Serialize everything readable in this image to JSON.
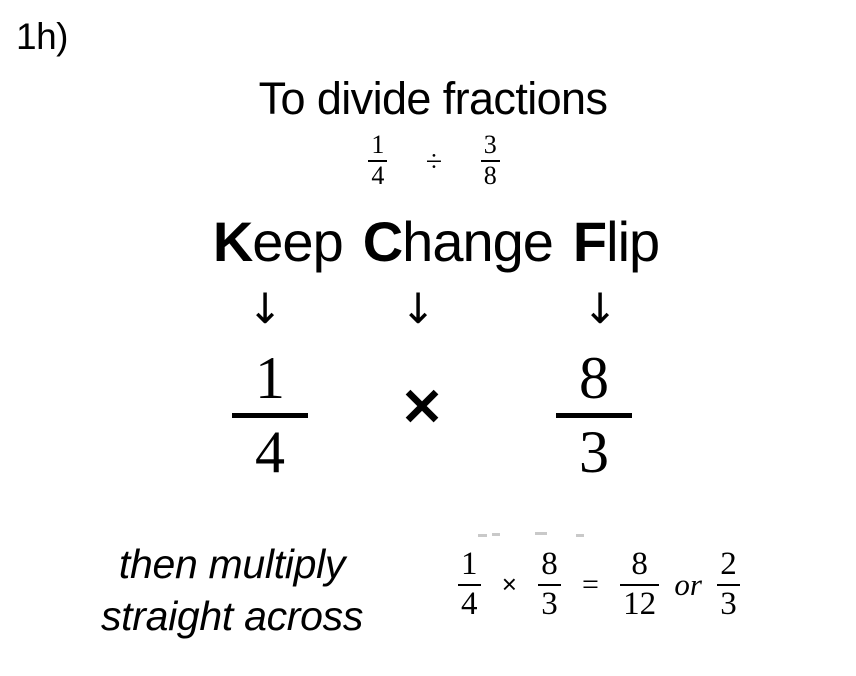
{
  "slide": {
    "problem_label": "1h)",
    "heading": "To divide fractions",
    "background_color": "#ffffff",
    "text_color": "#000000"
  },
  "division_example": {
    "left_fraction": {
      "numerator": "1",
      "denominator": "4"
    },
    "operator": "÷",
    "right_fraction": {
      "numerator": "3",
      "denominator": "8"
    }
  },
  "mnemonic": {
    "words": [
      {
        "capital": "K",
        "rest": "eep"
      },
      {
        "capital": "C",
        "rest": "hange"
      },
      {
        "capital": "F",
        "rest": "lip"
      }
    ],
    "arrows": [
      {
        "glyph": "↓",
        "for": "keep"
      },
      {
        "glyph": "↓",
        "for": "change"
      },
      {
        "glyph": "↓",
        "for": "flip"
      }
    ]
  },
  "multiplication_example": {
    "left_fraction": {
      "numerator": "1",
      "denominator": "4"
    },
    "operator": "✕",
    "right_fraction": {
      "numerator": "8",
      "denominator": "3"
    }
  },
  "note": {
    "line1": "then multiply",
    "line2": "straight across"
  },
  "final_equation": {
    "first": {
      "numerator": "1",
      "denominator": "4"
    },
    "times": "×",
    "second": {
      "numerator": "8",
      "denominator": "3"
    },
    "equals": "=",
    "result": {
      "numerator": "8",
      "denominator": "12"
    },
    "or": "or",
    "simplified": {
      "numerator": "2",
      "denominator": "3"
    }
  }
}
